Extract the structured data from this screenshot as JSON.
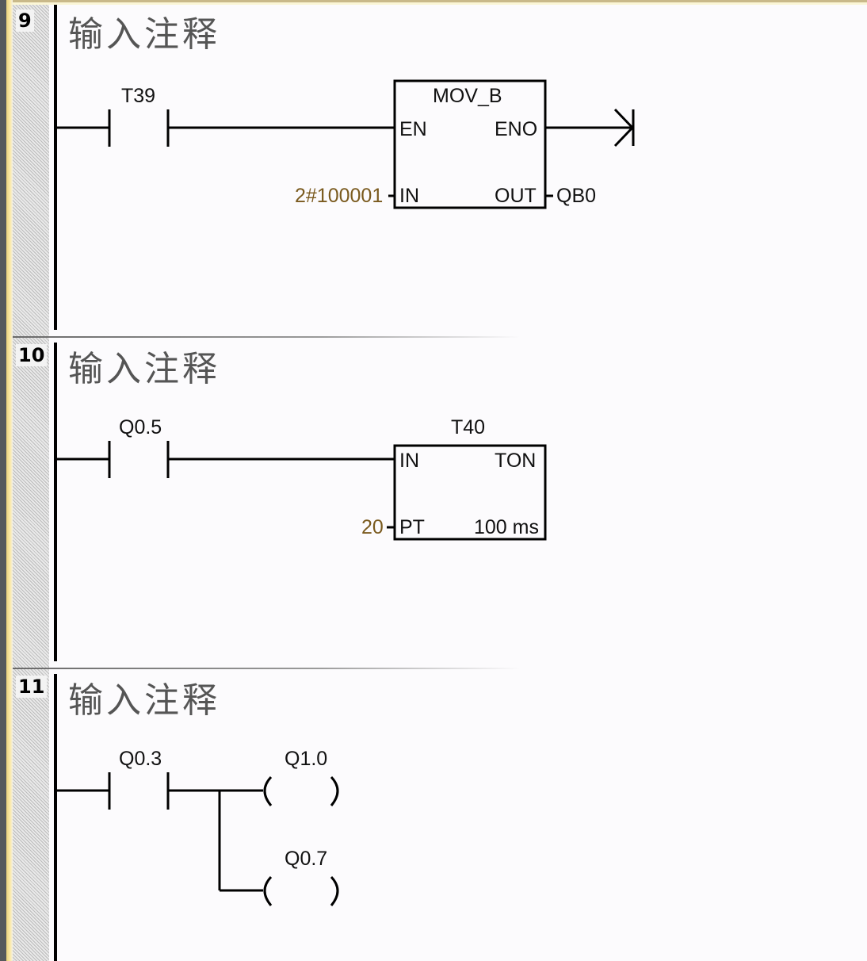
{
  "networks": [
    {
      "number": "9",
      "comment": "输入注释",
      "contact": {
        "address": "T39",
        "type": "normally-open"
      },
      "box": {
        "title": "MOV_B",
        "pins": {
          "en": "EN",
          "eno": "ENO",
          "in": "IN",
          "out": "OUT"
        },
        "in_value": "2#100001",
        "out_value": "QB0"
      },
      "output": "eno-arrow"
    },
    {
      "number": "10",
      "comment": "输入注释",
      "contact": {
        "address": "Q0.5",
        "type": "normally-open"
      },
      "box": {
        "title": "T40",
        "type_label": "TON",
        "pins": {
          "in": "IN",
          "pt": "PT"
        },
        "pt_value": "20",
        "resolution": "100 ms"
      }
    },
    {
      "number": "11",
      "comment": "输入注释",
      "contact": {
        "address": "Q0.3",
        "type": "normally-open"
      },
      "coils": [
        {
          "address": "Q1.0"
        },
        {
          "address": "Q0.7"
        }
      ]
    }
  ],
  "colors": {
    "constant": "#7a5a1e",
    "line": "#000000",
    "comment": "#555555"
  }
}
